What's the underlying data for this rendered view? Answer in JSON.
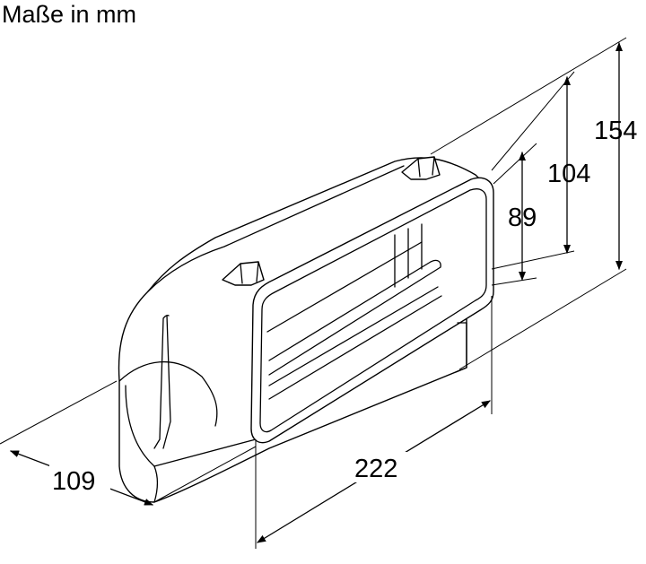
{
  "header": {
    "title": "Maße in mm"
  },
  "dimensions": {
    "height_total": "154",
    "height_middle": "104",
    "height_inner": "89",
    "length": "222",
    "depth": "109"
  }
}
